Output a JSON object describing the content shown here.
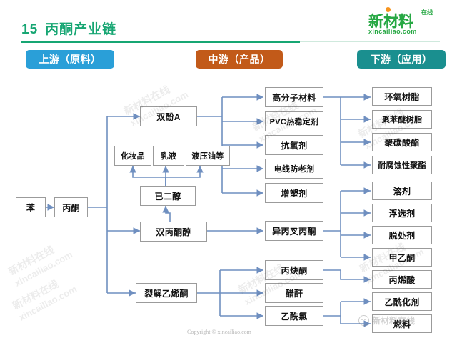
{
  "header": {
    "number": "15",
    "title": "丙酮产业链",
    "logo": {
      "main": "新材料",
      "sub": "在线",
      "url": "xincailiao.com"
    }
  },
  "stages": {
    "upstream": "上游（原料）",
    "midstream": "中游（产品）",
    "downstream": "下游（应用）"
  },
  "nodes": {
    "benzene": "苯",
    "acetone": "丙酮",
    "bisphenol_a": "双酚A",
    "cosmetics": "化妆品",
    "emulsion": "乳液",
    "hydraulic_oil": "液压油等",
    "hexanediol": "已二醇",
    "diacetone_alcohol": "双丙酮醇",
    "cracked_ketene": "裂解乙烯酮",
    "polymer_material": "高分子材料",
    "pvc_stabilizer": "PVC热稳定剂",
    "antioxidant": "抗氧剂",
    "wire_antiaging": "电线防老剂",
    "plasticizer": "增塑剂",
    "mesityl_oxide": "异丙叉丙酮",
    "propynone": "丙炔酮",
    "acetic_anhydride": "醋酐",
    "acetyl_chloride": "乙酰氯",
    "epoxy_resin": "环氧树脂",
    "ppo_resin": "聚苯醚树脂",
    "polycarbonate": "聚碳酸酯",
    "corrosion_polyester": "耐腐蚀性聚酯",
    "solvent": "溶剂",
    "flotation_agent": "浮选剂",
    "stripping_agent": "脱处剂",
    "mek": "甲乙酮",
    "acrylic_acid": "丙烯酸",
    "acetylating_agent": "乙酰化剂",
    "fuel": "燃料"
  },
  "watermark": {
    "line1": "新材料在线",
    "line2": "xincailiao.com",
    "stamp": "新材料在线"
  },
  "footer": {
    "copyright": "Copyright © xincailiao.com"
  },
  "colors": {
    "title_green": "#17a673",
    "upstream_blue": "#2a9fd8",
    "midstream_orange": "#c25a19",
    "downstream_teal": "#1a8f8f",
    "connector_blue": "#6f8fc0",
    "node_border": "#9b9b9b",
    "logo_green": "#27a844"
  }
}
